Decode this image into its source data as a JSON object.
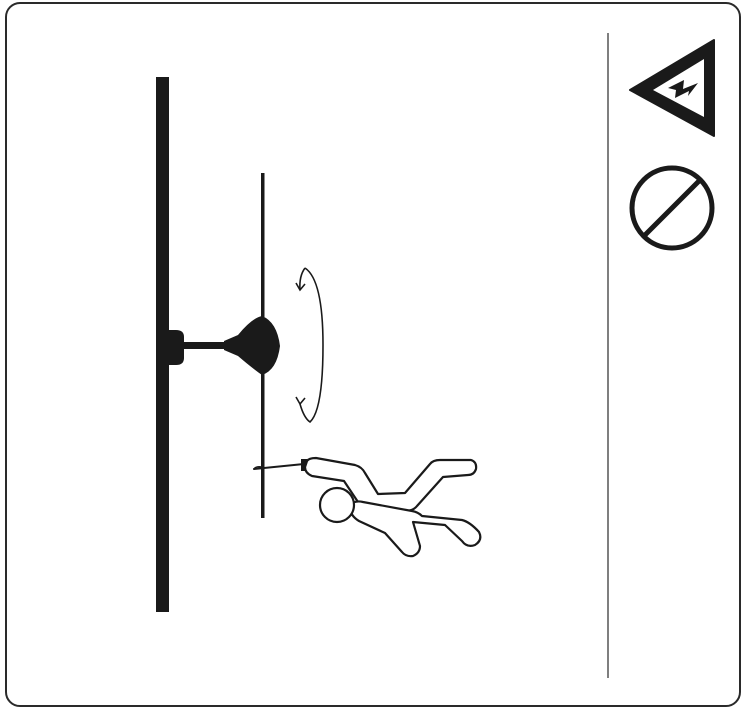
{
  "diagram": {
    "style": "warning-pictogram",
    "colors": {
      "ink": "#1a1a1a",
      "background": "#ffffff",
      "border": "#2a2a2a"
    },
    "elements": [
      "wall",
      "ceiling-fan-mount",
      "ceiling-fan-blade-plane",
      "rotation-arrow",
      "person-hanging",
      "electric-shock-warning-icon",
      "prohibition-icon"
    ]
  }
}
